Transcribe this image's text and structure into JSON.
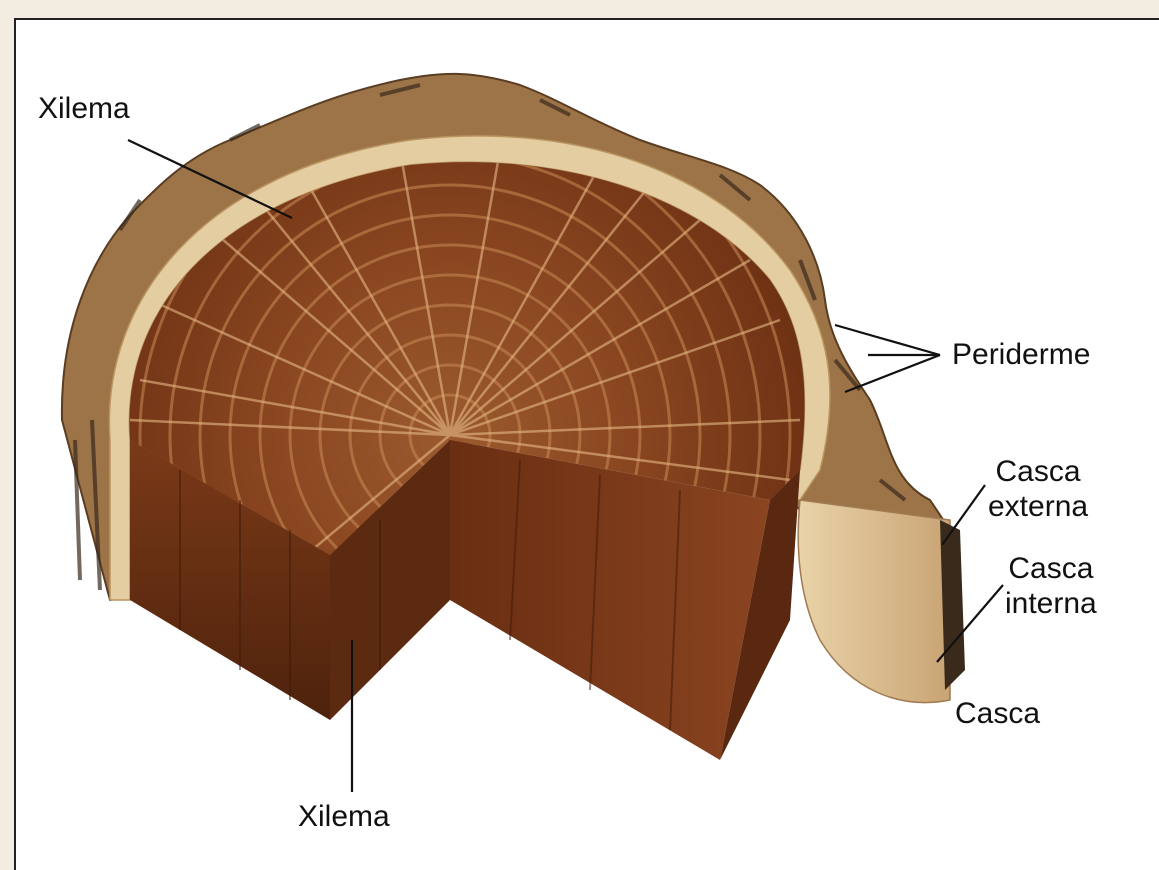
{
  "labels": {
    "xilema_top": "Xilema",
    "periderme": "Periderme",
    "casca_externa_line1": "Casca",
    "casca_externa_line2": "externa",
    "casca_interna_line1": "Casca",
    "casca_interna_line2": "interna",
    "casca": "Casca",
    "xilema_bottom": "Xilema"
  },
  "colors": {
    "heartwood": "#7a3a1a",
    "heartwood_dark": "#5a2810",
    "rings": "#c98a55",
    "sapwood": "#e2c79a",
    "bark": "#a07a52",
    "bark_dark": "#3a2a1c",
    "leader_line": "#111111"
  }
}
